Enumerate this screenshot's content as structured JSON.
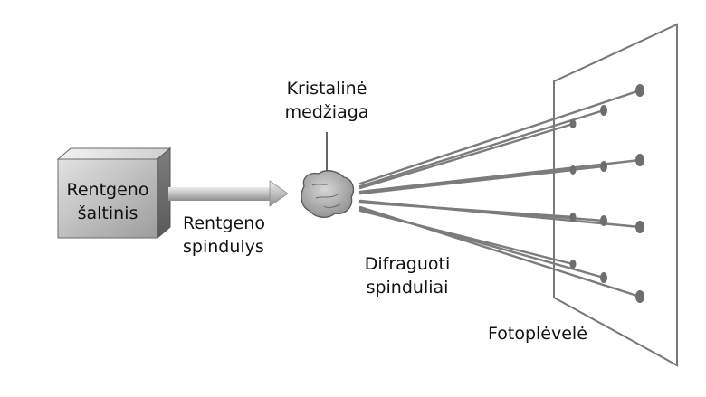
{
  "labels": {
    "source_line1": "Rentgeno",
    "source_line2": "šaltinis",
    "beam_line1": "Rentgeno",
    "beam_line2": "spindulys",
    "crystal_line1": "Kristalinė",
    "crystal_line2": "medžiaga",
    "diffracted_line1": "Difraguoti",
    "diffracted_line2": "spinduliai",
    "film": "Fotoplėvelė"
  },
  "colors": {
    "box_front": "#c8c8c8",
    "box_top": "#e6e6e6",
    "box_side": "#8a8a8a",
    "beam": "#a8a8a8",
    "rays": "#7c7c7c",
    "film_frame": "#777777",
    "crystal": "#9a9a9a"
  }
}
